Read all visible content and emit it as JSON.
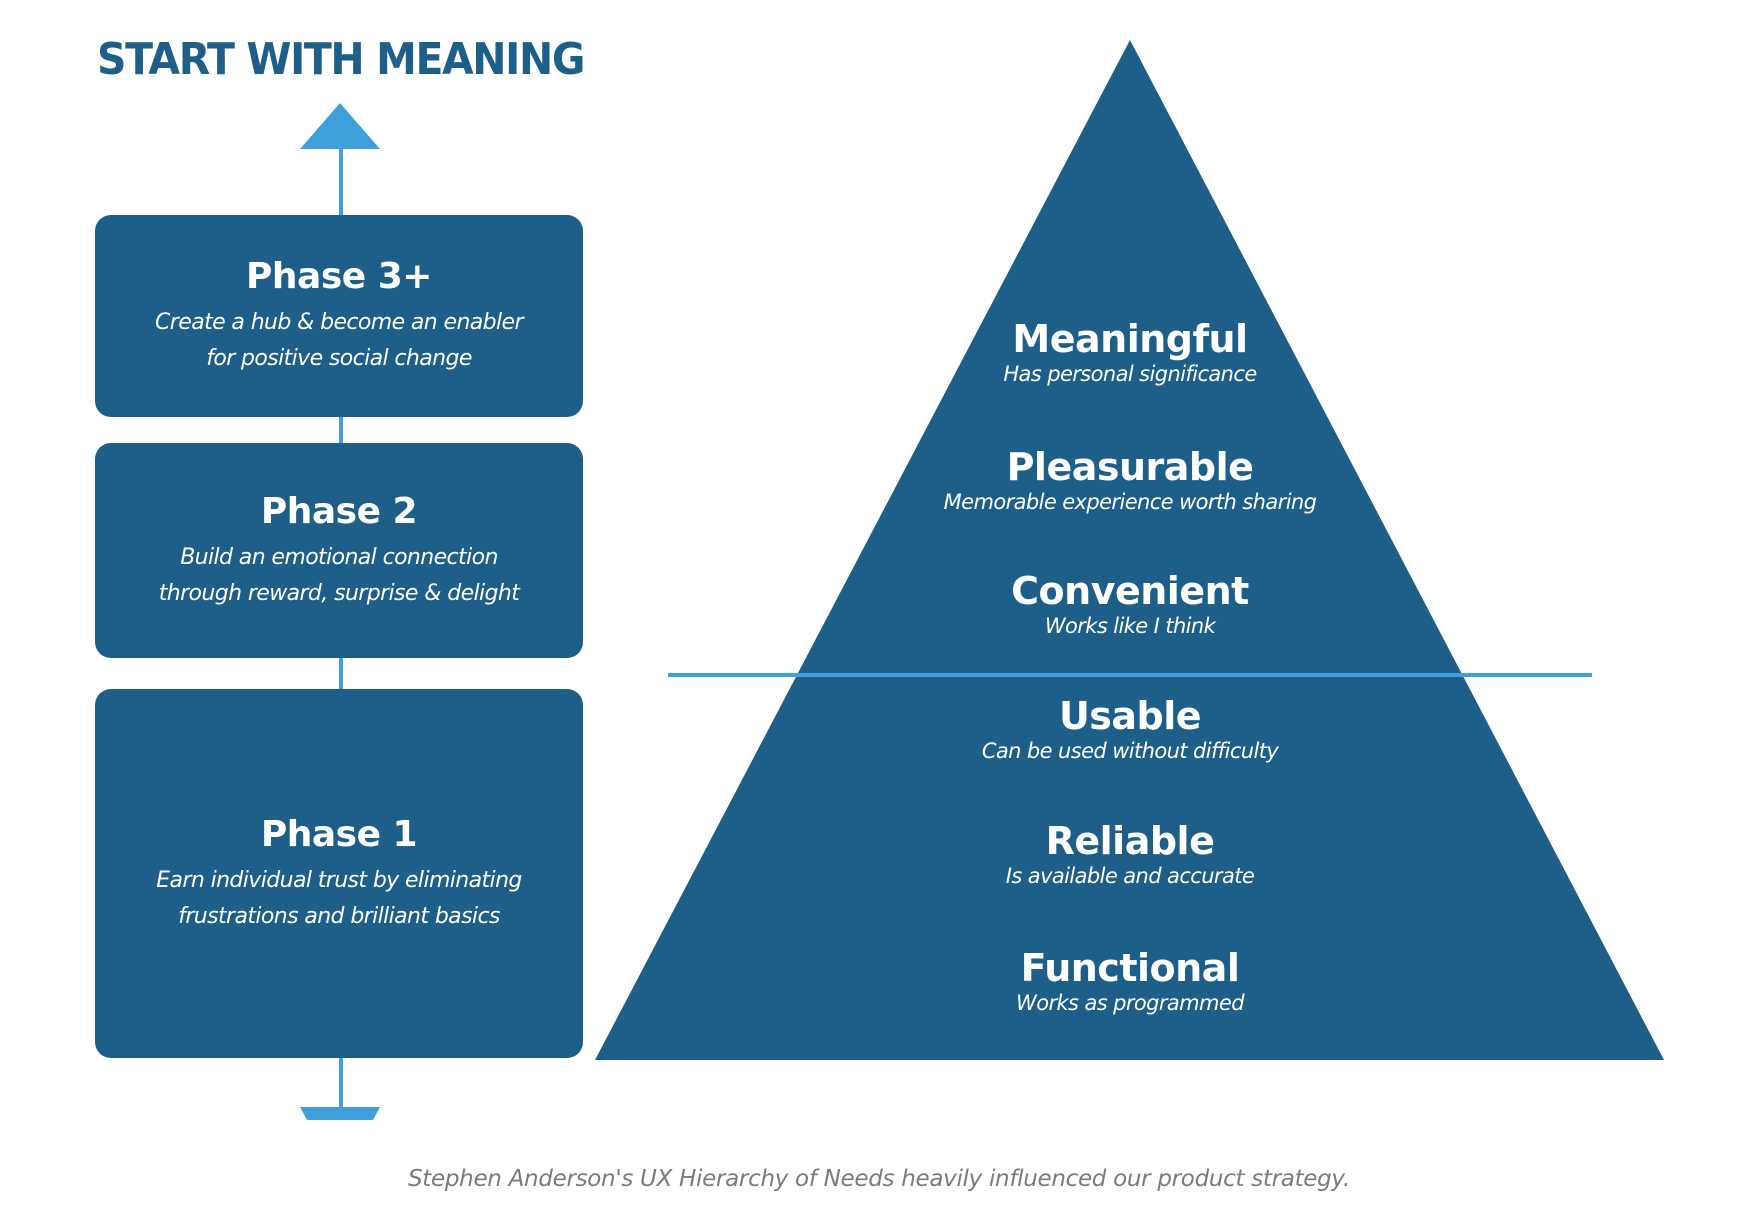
{
  "title": "START WITH MEANING",
  "colors": {
    "primary": "#1d5f88",
    "accent": "#3fa0dc",
    "caption": "#7b7b7b",
    "text_on_primary": "#ffffff"
  },
  "phases": [
    {
      "title": "Phase 3+",
      "description_lines": [
        "Create a hub & become an enabler",
        "for positive social change"
      ]
    },
    {
      "title": "Phase 2",
      "description_lines": [
        "Build an emotional connection",
        "through reward, surprise & delight"
      ]
    },
    {
      "title": "Phase 1",
      "description_lines": [
        "Earn individual trust by eliminating",
        "frustrations and brilliant basics"
      ]
    }
  ],
  "pyramid": {
    "levels": [
      {
        "title": "Meaningful",
        "subtitle": "Has personal significance"
      },
      {
        "title": "Pleasurable",
        "subtitle": "Memorable experience worth sharing"
      },
      {
        "title": "Convenient",
        "subtitle": "Works like I think"
      },
      {
        "title": "Usable",
        "subtitle": "Can be used without difficulty"
      },
      {
        "title": "Reliable",
        "subtitle": "Is available and accurate"
      },
      {
        "title": "Functional",
        "subtitle": "Works as programmed"
      }
    ]
  },
  "caption": "Stephen Anderson's UX Hierarchy of Needs heavily influenced our product strategy."
}
